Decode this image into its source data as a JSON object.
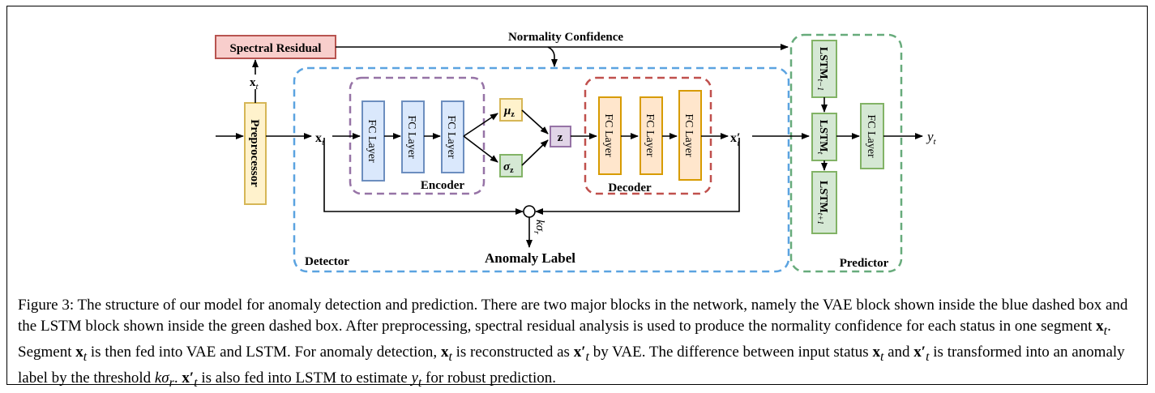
{
  "diagram": {
    "spectral_residual": "Spectral Residual",
    "normality_confidence": "Normality Confidence",
    "preprocessor": "Preprocessor",
    "fc_layer": "FC Layer",
    "encoder": "Encoder",
    "decoder": "Decoder",
    "detector": "Detector",
    "predictor": "Predictor",
    "anomaly_label": "Anomaly Label",
    "z": "z",
    "mu": "μ",
    "sigma": "σ",
    "lstm": "LSTM",
    "lstm_prev_sub": "t−1",
    "lstm_cur_sub": "t",
    "lstm_next_sub": "t+1",
    "x_t": "x",
    "x_t_sub": "t",
    "x_prime": "x′",
    "y_t": "y",
    "k_sigma": "kσ",
    "k_sigma_sub": "r"
  },
  "caption": {
    "p1": "Figure 3: The structure of our model for anomaly detection and prediction. There are two major blocks in the network, namely the VAE block shown inside the blue dashed box and the LSTM block shown inside the green dashed box. After preprocessing, spectral residual analysis is used to produce the normality confidence for each status in one segment ",
    "p2": ". Segment ",
    "p3": " is then fed into VAE and LSTM. For anomaly detection, ",
    "p4": " is reconstructed as ",
    "p5": " by VAE. The difference between input status ",
    "p6": " and ",
    "p7": " is transformed into an anomaly label by the threshold ",
    "p8": ". ",
    "p9": " is also fed into LSTM to estimate ",
    "p10": " for robust prediction.",
    "x": "x",
    "t": "t",
    "xprime": "x′",
    "ksigma": "kσ",
    "r": "r",
    "y": "y"
  },
  "colors": {
    "blue_fill": "#dae8fc",
    "blue_stroke": "#6c8ebf",
    "orange_fill": "#ffe6cc",
    "orange_stroke": "#d79b00",
    "green_fill": "#d5e8d4",
    "green_stroke": "#82b366",
    "red_fill": "#f8cecc",
    "red_stroke": "#b85450",
    "yellow_fill": "#fff2cc",
    "yellow_stroke": "#d6b656",
    "purple_fill": "#e1d5e7",
    "purple_stroke": "#9673a6",
    "detector_dash": "#5ba3e0",
    "encoder_dash": "#9673a6",
    "decoder_dash": "#c0504d",
    "predictor_dash": "#67ab7b"
  }
}
